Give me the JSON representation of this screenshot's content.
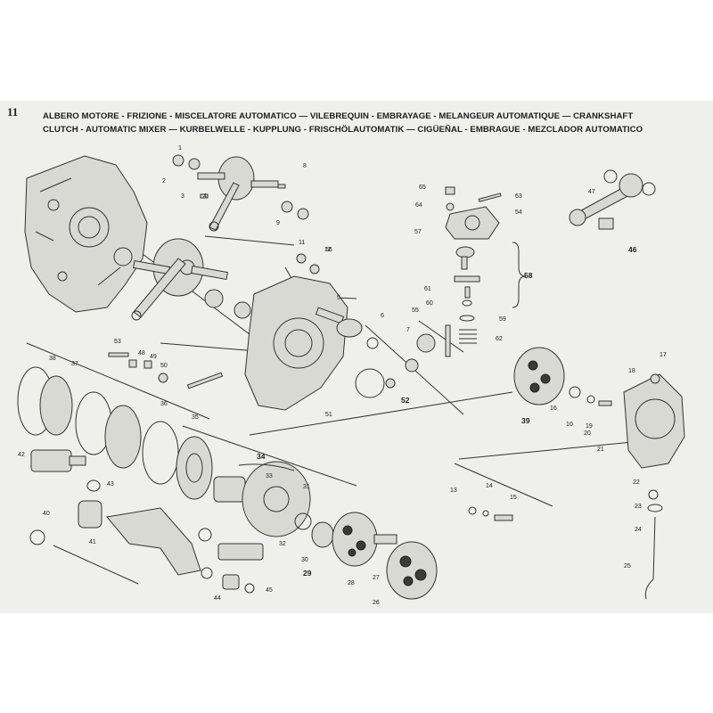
{
  "page_number": "11",
  "title": {
    "line1": "ALBERO MOTORE - FRIZIONE - MISCELATORE AUTOMATICO — VILEBREQUIN - EMBRAYAGE - MELANGEUR AUTOMATIQUE — CRANKSHAFT",
    "line2": "CLUTCH - AUTOMATIC MIXER — KURBELWELLE - KUPPLUNG - FRISCHÖLAUTOMATIK — CIGÜEÑAL - EMBRAGUE - MEZCLADOR AUTOMATICO"
  },
  "callouts": {
    "c1": "1",
    "c2": "2",
    "c3": "3",
    "c4": "4",
    "c5": "5",
    "c6": "6",
    "c7": "7",
    "c8": "8",
    "c9": "9",
    "c10": "10",
    "c11": "11",
    "c12": "12",
    "c13": "13",
    "c14": "14",
    "c15": "15",
    "c16": "16",
    "c17": "17",
    "c18": "18",
    "c19": "19",
    "c20": "20",
    "c21": "21",
    "c22": "22",
    "c23": "23",
    "c24": "24",
    "c25": "25",
    "c26": "26",
    "c27": "27",
    "c28": "28",
    "c29": "29",
    "c30": "30",
    "c31": "31",
    "c32": "32",
    "c33": "33",
    "c34": "34",
    "c35": "35",
    "c36": "36",
    "c37": "37",
    "c38": "38",
    "c39": "39",
    "c40": "40",
    "c41": "41",
    "c42": "42",
    "c43": "43",
    "c44": "44",
    "c45": "45",
    "c46": "46",
    "c47": "47",
    "c48": "48",
    "c49": "49",
    "c50": "50",
    "c51": "51",
    "c52": "52",
    "c53": "53",
    "c54": "54",
    "c55": "55",
    "c56": "56",
    "c57": "57",
    "c58": "58",
    "c59": "59",
    "c60": "60",
    "c61": "61",
    "c62": "62",
    "c63": "63",
    "c64": "64",
    "c65": "65"
  }
}
